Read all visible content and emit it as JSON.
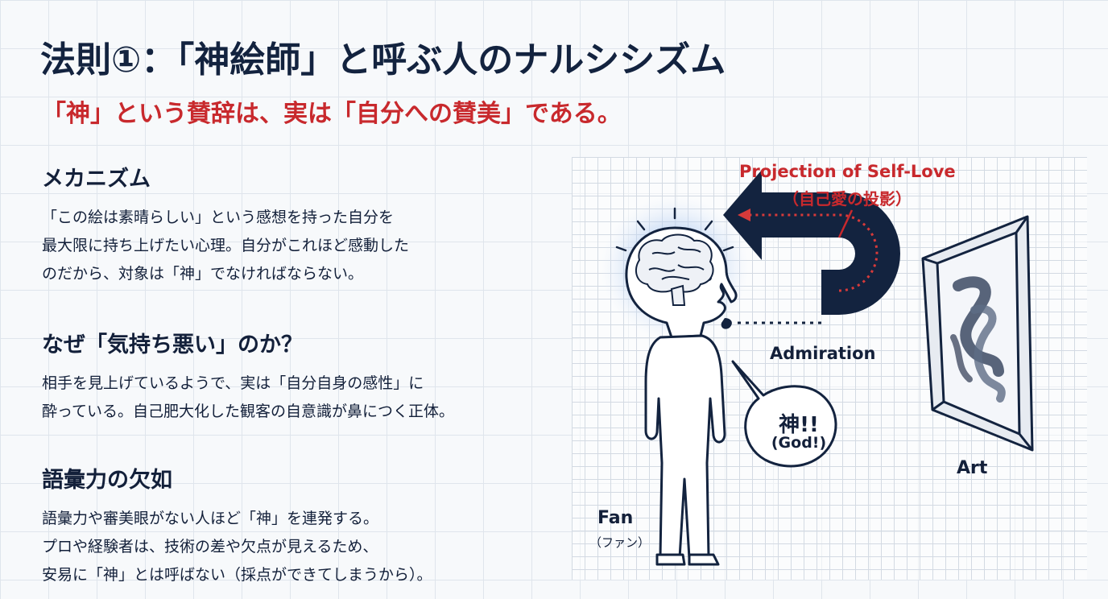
{
  "title": "法則①：「神絵師」と呼ぶ人のナルシシズム",
  "subtitle": "「神」という賛辞は、実は「自分への賛美」である。",
  "sections": [
    {
      "heading": "メカニズム",
      "lines": [
        "「この絵は素晴らしい」という感想を持った自分を",
        "最大限に持ち上げたい心理。自分がこれほど感動した",
        "のだから、対象は「神」でなければならない。"
      ]
    },
    {
      "heading": "なぜ「気持ち悪い」のか？",
      "lines": [
        "相手を見上げているようで、実は「自分自身の感性」に",
        "酔っている。自己肥大化した観客の自意識が鼻につく正体。"
      ]
    },
    {
      "heading": "語彙力の欠如",
      "lines": [
        "語彙力や審美眼がない人ほど「神」を連発する。",
        "プロや経験者は、技術の差や欠点が見えるため、",
        "安易に「神」とは呼ばない（採点ができてしまうから）。"
      ]
    }
  ],
  "diagram": {
    "projection_label": "Projection of Self-Love",
    "projection_label_ja": "（自己愛の投影）",
    "admiration_label": "Admiration",
    "speech_main": "神!!",
    "speech_sub": "(God!)",
    "art_label": "Art",
    "fan_label": "Fan",
    "fan_label_ja": "（ファン）",
    "icons": [
      "brain-icon",
      "u-turn-arrow-icon",
      "speech-bubble-icon",
      "picture-frame-icon",
      "person-figure-icon"
    ]
  },
  "colors": {
    "navy": "#13233f",
    "accent_red": "#c8292d",
    "glow_blue": "#8fb6ea"
  }
}
